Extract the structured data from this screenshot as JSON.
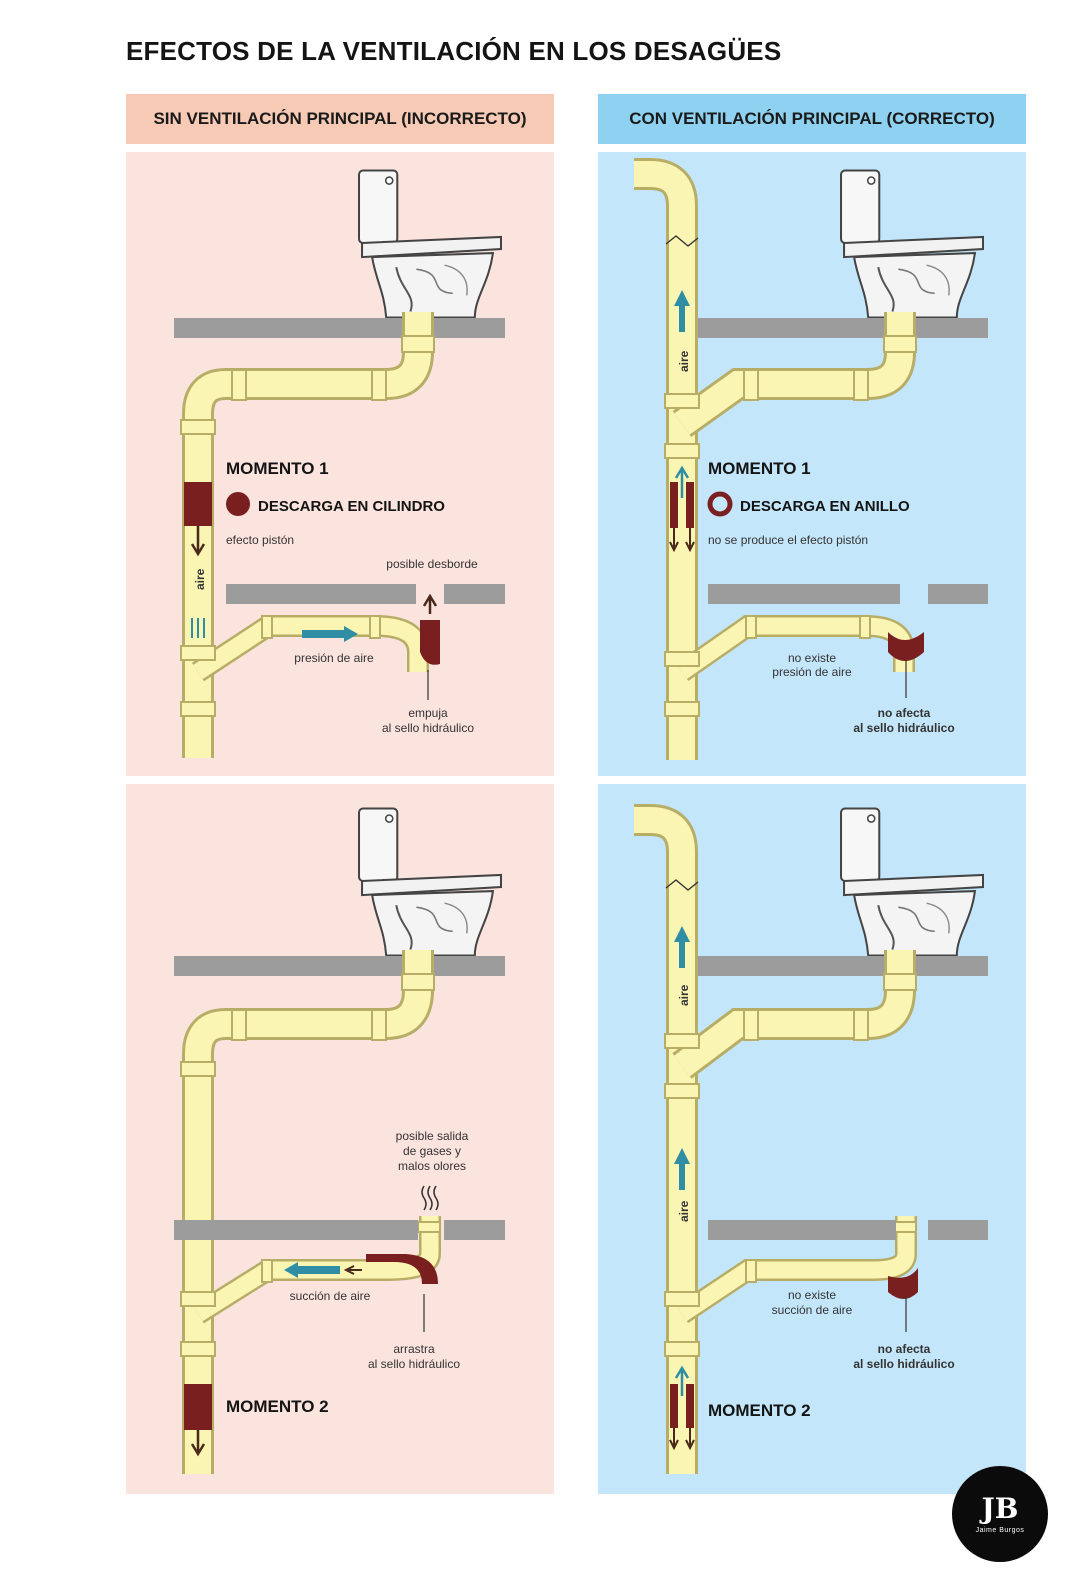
{
  "title": "EFECTOS DE LA VENTILACIÓN EN LOS DESAGÜES",
  "colors": {
    "left_header": "#f7cab5",
    "right_header": "#8ed1f0",
    "left_panel": "#fbe3de",
    "right_panel": "#c4e6fa",
    "pipe_fill": "#fbf5b3",
    "pipe_stroke": "#b8ad67",
    "water": "#7a1f1f",
    "arrow_blue": "#2f8ea3",
    "floor": "#9c9c9c"
  },
  "headers": {
    "left": "SIN VENTILACIÓN PRINCIPAL (INCORRECTO)",
    "right": "CON VENTILACIÓN PRINCIPAL (CORRECTO)"
  },
  "panels": {
    "left_top": {
      "moment": "MOMENTO 1",
      "legend": "DESCARGA EN CILINDRO",
      "note": "efecto pistón",
      "air": "aire",
      "pressure": "presión de aire",
      "overflow": "posible desborde",
      "push_line1": "empuja",
      "push_line2": "al sello hidráulico"
    },
    "right_top": {
      "moment": "MOMENTO 1",
      "legend": "DESCARGA EN ANILLO",
      "note": "no se produce el efecto pistón",
      "air": "aire",
      "pressure_line1": "no existe",
      "pressure_line2": "presión de aire",
      "seal_line1": "no afecta",
      "seal_line2": "al sello hidráulico"
    },
    "left_bottom": {
      "moment": "MOMENTO 2",
      "gases_line1": "posible salida",
      "gases_line2": "de gases y",
      "gases_line3": "malos olores",
      "suction": "succión de aire",
      "drag_line1": "arrastra",
      "drag_line2": "al sello hidráulico"
    },
    "right_bottom": {
      "moment": "MOMENTO 2",
      "air_upper": "aire",
      "air_lower": "aire",
      "suction_line1": "no existe",
      "suction_line2": "succión de aire",
      "seal_line1": "no afecta",
      "seal_line2": "al sello hidráulico"
    }
  },
  "logo": {
    "monogram": "JB",
    "subtitle": "Jaime Burgos"
  }
}
